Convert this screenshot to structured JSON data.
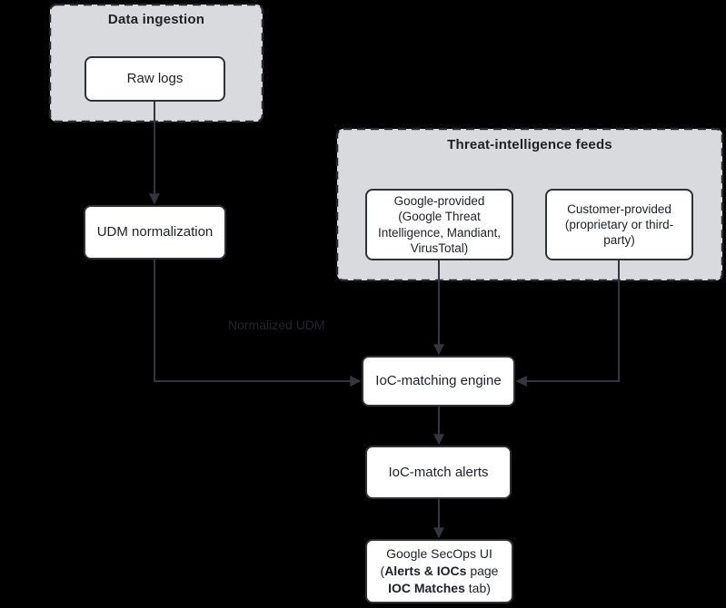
{
  "page": {
    "background": "#000000"
  },
  "colors": {
    "container_fill": "#d9dadd",
    "container_border": "#26282e",
    "node_fill": "#ffffff",
    "node_border": "#2e3138",
    "node_text": "#1e2027",
    "arrow": "#33363e",
    "edge_label_text": "#23252c"
  },
  "containers": {
    "data_ingestion": {
      "title": "Data ingestion"
    },
    "threat_feeds": {
      "title": "Threat-intelligence feeds"
    }
  },
  "nodes": {
    "raw_logs": {
      "label": "Raw logs"
    },
    "udm_normalization": {
      "label": "UDM normalization"
    },
    "google_provided": {
      "label": "Google-provided (Google Threat Intelligence, Mandiant, VirusTotal)"
    },
    "customer_provided": {
      "label": "Customer-provided (proprietary or third-party)"
    },
    "ioc_matching_engine": {
      "label": "IoC-matching engine"
    },
    "ioc_match_alerts": {
      "label": "IoC-match alerts"
    },
    "secops_ui": {
      "line1": "Google SecOps UI",
      "line2_prefix": "(",
      "line2_bold": "Alerts & IOCs",
      "line2_suffix": " page",
      "line3_bold": "IOC Matches",
      "line3_suffix": " tab)"
    }
  },
  "edges": [
    {
      "from": "raw_logs",
      "to": "udm_normalization",
      "label": ""
    },
    {
      "from": "udm_normalization",
      "to": "ioc_matching_engine",
      "label": "Normalized UDM"
    },
    {
      "from": "google_provided",
      "to": "ioc_matching_engine",
      "label": ""
    },
    {
      "from": "customer_provided",
      "to": "ioc_matching_engine",
      "label": ""
    },
    {
      "from": "ioc_matching_engine",
      "to": "ioc_match_alerts",
      "label": ""
    },
    {
      "from": "ioc_match_alerts",
      "to": "secops_ui",
      "label": ""
    }
  ]
}
